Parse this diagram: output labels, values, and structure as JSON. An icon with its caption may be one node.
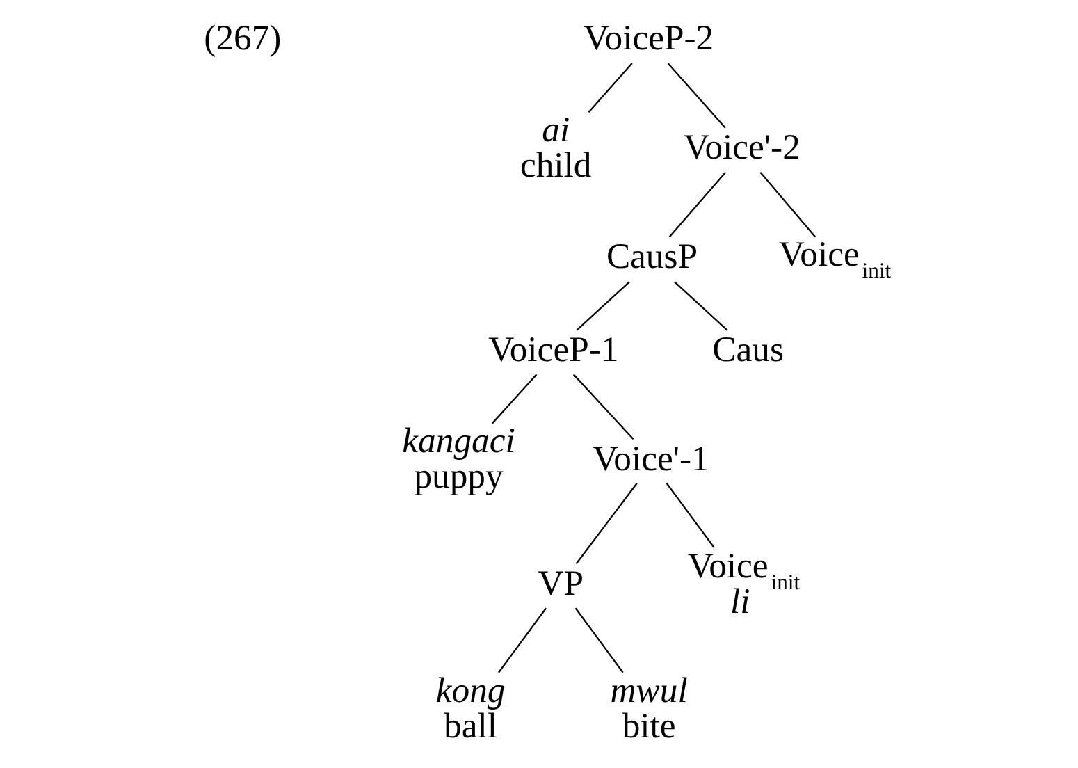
{
  "diagram": {
    "nodes": [
      {
        "text": [
          "VoiceP-2"
        ]
      },
      {
        "text": [
          "ai",
          "child"
        ]
      },
      {
        "text": [
          "Voice'-2"
        ]
      },
      {
        "text": [
          "CausP"
        ]
      },
      {
        "text": [
          "Voice$_{init}$"
        ]
      },
      {
        "text": [
          "VoiceP-1"
        ]
      },
      {
        "text": [
          "Caus"
        ]
      },
      {
        "text": [
          "kangaci",
          "puppy"
        ]
      },
      {
        "text": [
          "Voice'-1"
        ]
      },
      {
        "text": [
          "VP"
        ]
      },
      {
        "text": [
          "Voice$_{init}$",
          "li"
        ]
      },
      {
        "text": [
          "kong",
          "ball"
        ]
      },
      {
        "text": [
          "mwul",
          "bite"
        ]
      }
    ],
    "edges": [
      {
        "from": 0,
        "to": 1,
        "arrow": "none"
      },
      {
        "from": 0,
        "to": 2,
        "arrow": "none"
      },
      {
        "from": 2,
        "to": 3,
        "arrow": "none"
      },
      {
        "from": 2,
        "to": 4,
        "arrow": "none"
      },
      {
        "from": 3,
        "to": 5,
        "arrow": "none"
      },
      {
        "from": 3,
        "to": 6,
        "arrow": "none"
      },
      {
        "from": 5,
        "to": 7,
        "arrow": "none"
      },
      {
        "from": 5,
        "to": 8,
        "arrow": "none"
      },
      {
        "from": 8,
        "to": 9,
        "arrow": "none"
      },
      {
        "from": 8,
        "to": 10,
        "arrow": "none"
      },
      {
        "from": 9,
        "to": 11,
        "arrow": "none"
      },
      {
        "from": 9,
        "to": 12,
        "arrow": "none"
      }
    ],
    "labels": [
      "(267)"
    ]
  }
}
